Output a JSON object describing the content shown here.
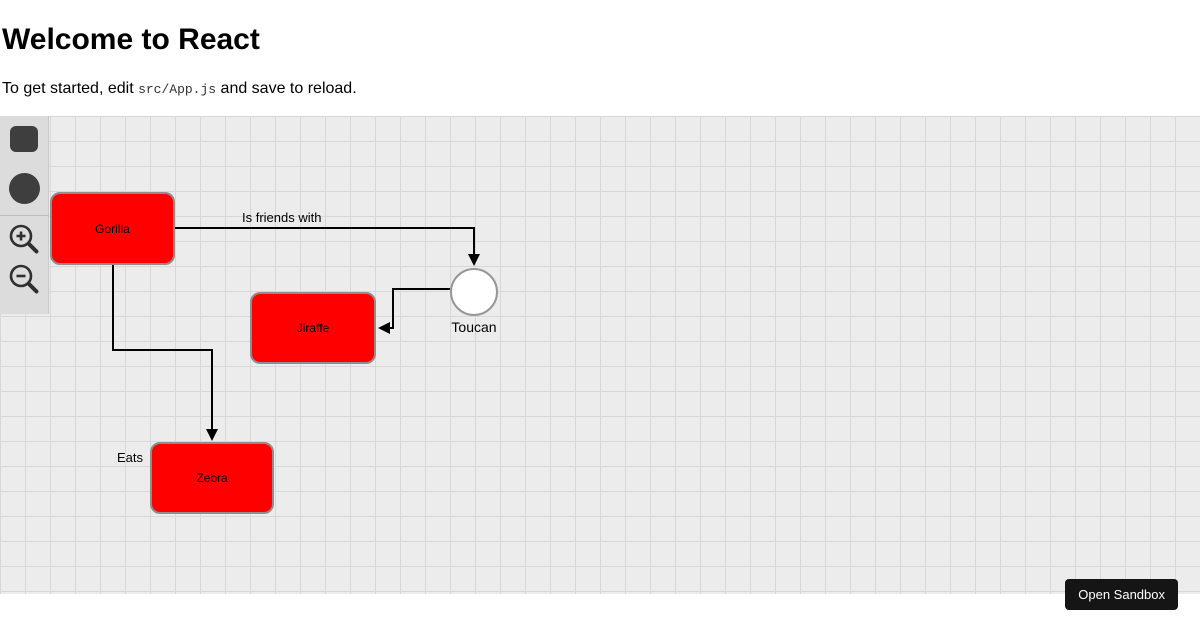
{
  "header": {
    "title": "Welcome to React",
    "intro_prefix": "To get started, edit ",
    "intro_code": "src/App.js",
    "intro_suffix": " and save to reload."
  },
  "toolbar": {
    "tools": [
      {
        "name": "rectangle-tool"
      },
      {
        "name": "circle-tool"
      },
      {
        "name": "zoom-in-tool"
      },
      {
        "name": "zoom-out-tool"
      }
    ]
  },
  "diagram": {
    "nodes": [
      {
        "id": "gorilla",
        "label": "Gorilla",
        "shape": "rectangle",
        "fill": "#ff0000"
      },
      {
        "id": "jiraffe",
        "label": "Jiraffe",
        "shape": "rectangle",
        "fill": "#ff0000"
      },
      {
        "id": "zebra",
        "label": "Zebra",
        "shape": "rectangle",
        "fill": "#ff0000"
      },
      {
        "id": "toucan",
        "label": "Toucan",
        "shape": "circle",
        "fill": "#ffffff"
      }
    ],
    "edges": [
      {
        "from": "gorilla",
        "to": "toucan",
        "label": "Is friends with"
      },
      {
        "from": "gorilla",
        "to": "zebra",
        "label": "Eats"
      },
      {
        "from": "toucan",
        "to": "jiraffe",
        "label": ""
      }
    ]
  },
  "sandbox_button": {
    "label": "Open Sandbox"
  },
  "colors": {
    "node_red": "#ff0000",
    "canvas_bg": "#ececec",
    "grid_line": "#d8d8d8",
    "toolbar_bg": "#dcdcdc",
    "icon_dark": "#3e3e3e",
    "edge": "#000000",
    "button_bg": "#151515"
  }
}
